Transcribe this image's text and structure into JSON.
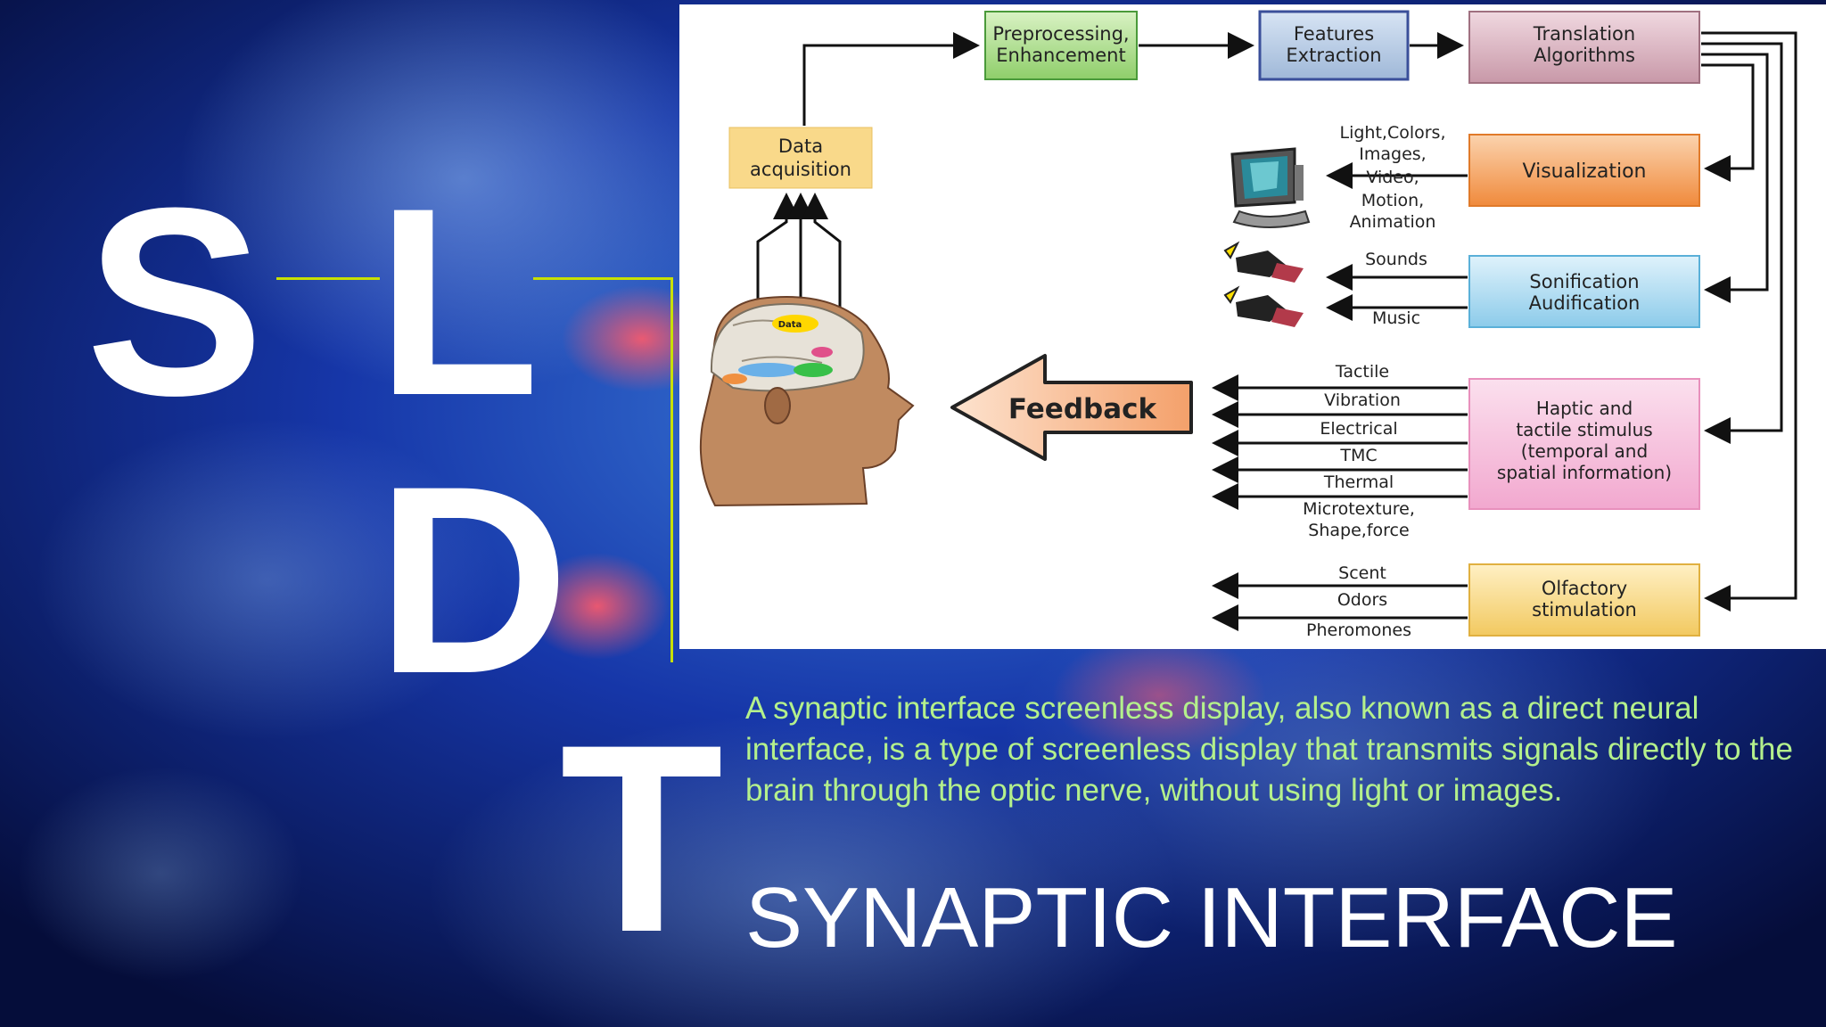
{
  "letters": {
    "s": "S",
    "l": "L",
    "d": "D",
    "t": "T"
  },
  "description": "A synaptic interface screenless display, also known as a direct neural interface, is a type of screenless display that transmits signals directly to the brain through the optic nerve, without using light or images.",
  "title": "SYNAPTIC INTERFACE",
  "diagram": {
    "data_acquisition": [
      "Data",
      "acquisition"
    ],
    "preprocessing": [
      "Preprocessing,",
      "Enhancement"
    ],
    "features": [
      "Features",
      "Extraction"
    ],
    "translation": [
      "Translation",
      "Algorithms"
    ],
    "visualization": "Visualization",
    "sonification": [
      "Sonification",
      "Audification"
    ],
    "haptic": [
      "Haptic and",
      "tactile stimulus",
      "(temporal and",
      "spatial information)"
    ],
    "olfactory": [
      "Olfactory",
      "stimulation"
    ],
    "feedback": "Feedback",
    "brain_label": "Data",
    "visual_outputs": [
      "Light,Colors,",
      "Images,",
      "Video,",
      "Motion,",
      "Animation"
    ],
    "sound_outputs": [
      "Sounds",
      "Music"
    ],
    "haptic_outputs": [
      "Tactile",
      "Vibration",
      "Electrical",
      "TMC",
      "Thermal",
      "Microtexture,",
      "Shape,force"
    ],
    "olfactory_outputs": [
      "Scent",
      "Odors",
      "Pheromones"
    ]
  },
  "colors": {
    "description_text": "#b4f08c",
    "accent_line": "#c8e000",
    "background": "#0a1a5c"
  }
}
